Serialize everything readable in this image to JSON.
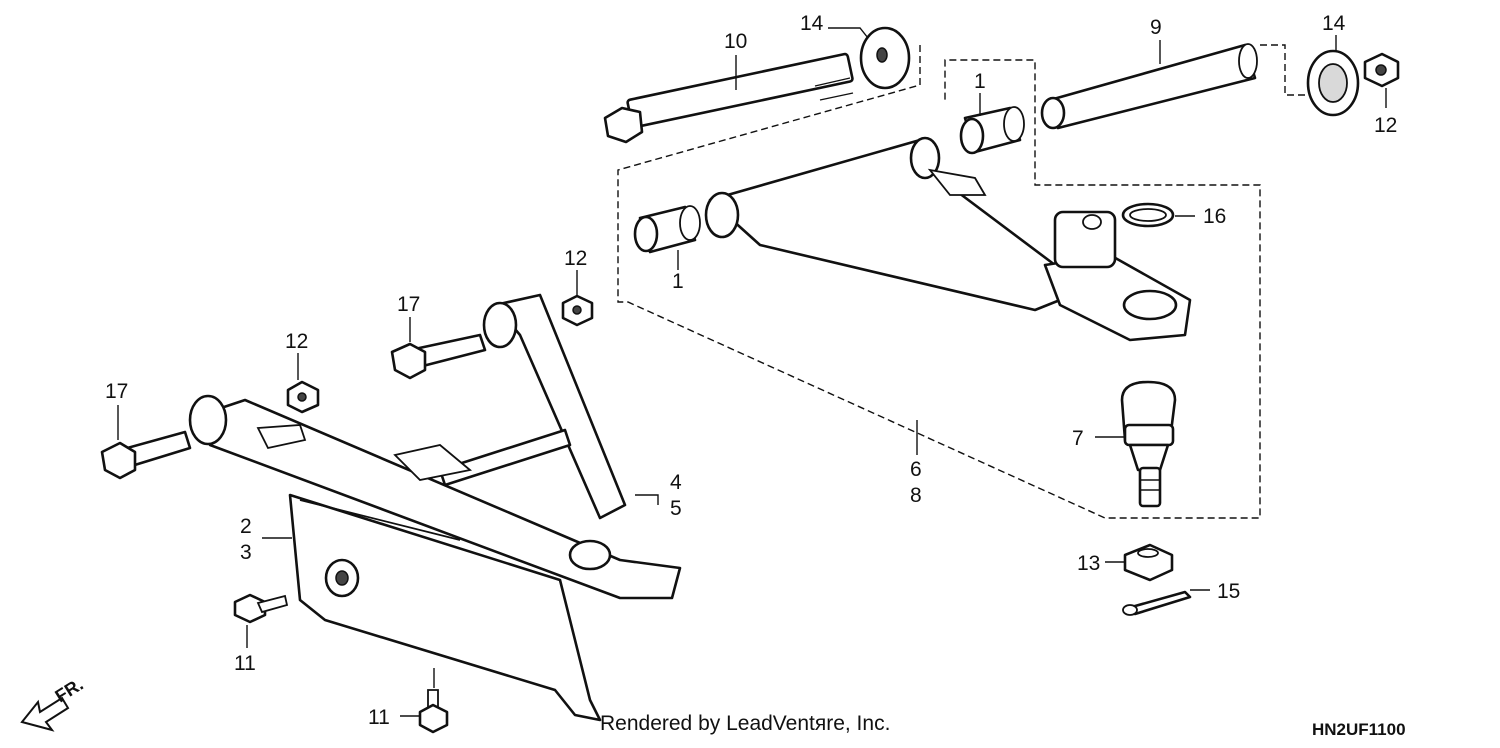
{
  "callouts": [
    {
      "id": "c10",
      "text": "10"
    },
    {
      "id": "c14a",
      "text": "14"
    },
    {
      "id": "c9",
      "text": "9"
    },
    {
      "id": "c14b",
      "text": "14"
    },
    {
      "id": "c12a",
      "text": "12"
    },
    {
      "id": "c1a",
      "text": "1"
    },
    {
      "id": "c16",
      "text": "16"
    },
    {
      "id": "c1b",
      "text": "1"
    },
    {
      "id": "c12b",
      "text": "12"
    },
    {
      "id": "c17a",
      "text": "17"
    },
    {
      "id": "c12c",
      "text": "12"
    },
    {
      "id": "c17b",
      "text": "17"
    },
    {
      "id": "c7",
      "text": "7"
    },
    {
      "id": "c6",
      "text": "6"
    },
    {
      "id": "c8",
      "text": "8"
    },
    {
      "id": "c4",
      "text": "4"
    },
    {
      "id": "c5",
      "text": "5"
    },
    {
      "id": "c2",
      "text": "2"
    },
    {
      "id": "c3",
      "text": "3"
    },
    {
      "id": "c13",
      "text": "13"
    },
    {
      "id": "c15",
      "text": "15"
    },
    {
      "id": "c11a",
      "text": "11"
    },
    {
      "id": "c11b",
      "text": "11"
    }
  ],
  "direction_label": "FR.",
  "footer": {
    "credit": "Rendered by LeadVentяre, Inc.",
    "diagram_code": "HN2UF1100"
  }
}
